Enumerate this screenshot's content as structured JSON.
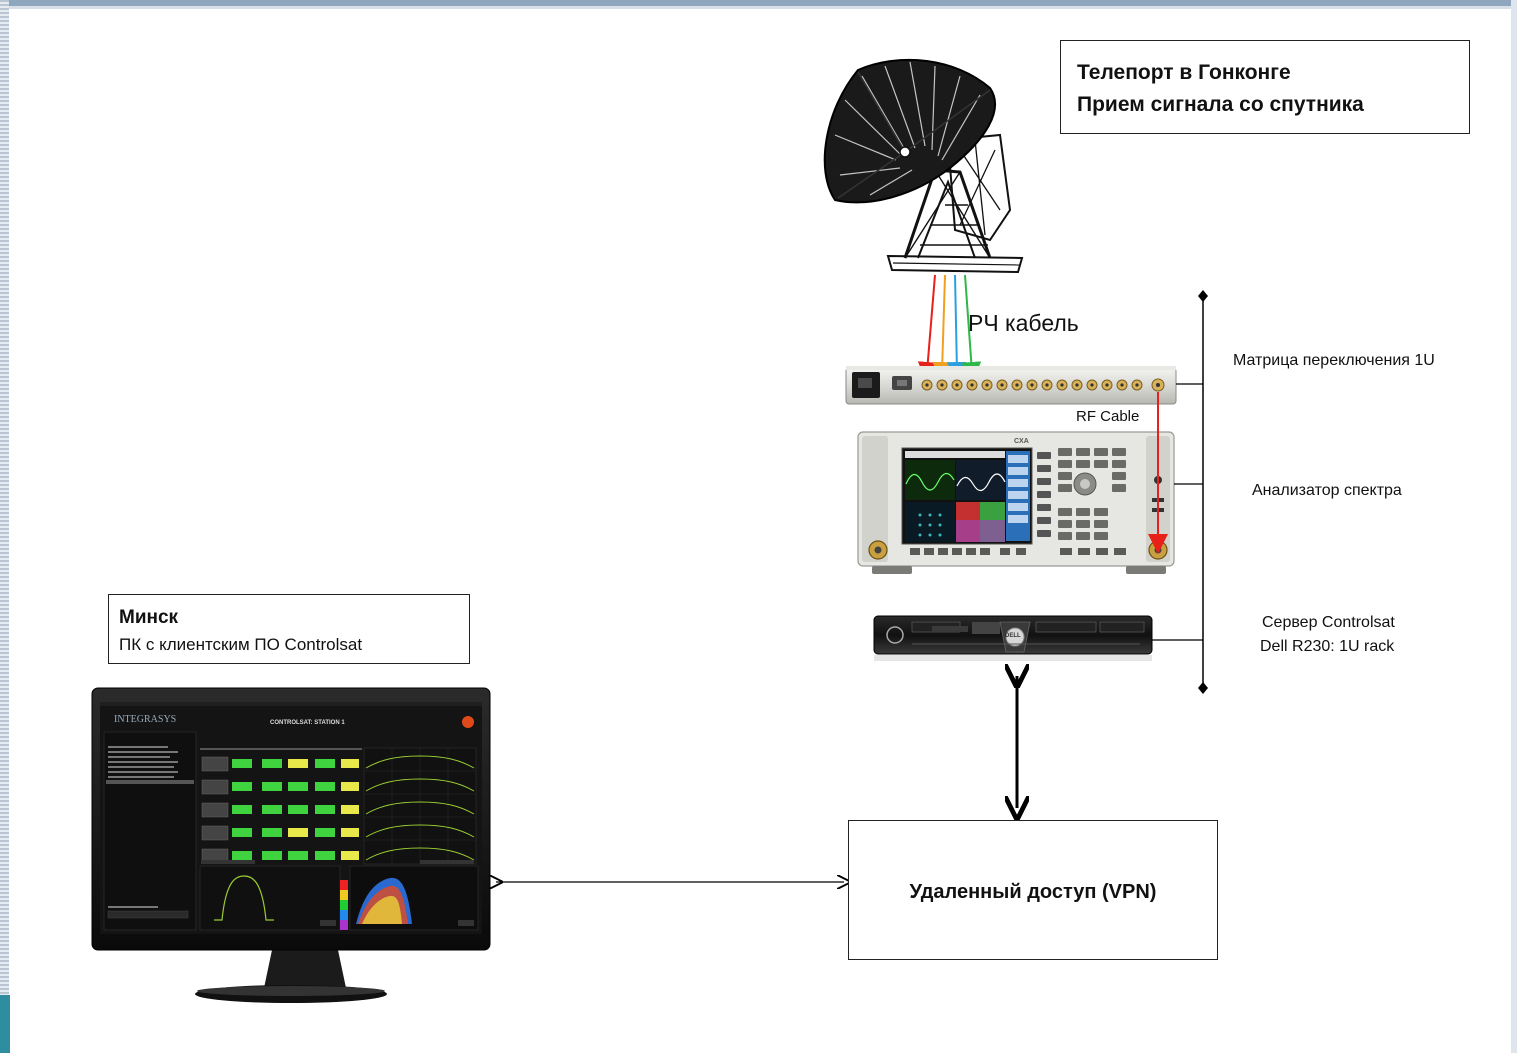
{
  "teleport": {
    "line1": "Телепорт в Гонконге",
    "line2": "Прием сигнала со спутника"
  },
  "minsk": {
    "title": "Минск",
    "subtitle": "ПК с клиентским ПО Controlsat"
  },
  "rf_cable_ru": "РЧ кабель",
  "rf_cable_en": "RF Cable",
  "devices": {
    "matrix": "Матрица переключения 1U",
    "analyzer": "Анализатор спектра",
    "server_line1": "Сервер Controlsat",
    "server_line2": "Dell R230: 1U rack"
  },
  "vpn": "Удаленный доступ (VPN)",
  "screen": {
    "app_title": "CONTROLSAT: STATION 1",
    "brand": "INTEGRASYS"
  },
  "analyzer_badge": "CXA",
  "server_badge": "DELL",
  "colors": {
    "cable_red": "#e8201a",
    "cable_orange": "#f0a020",
    "cable_blue": "#2aa0e0",
    "cable_green": "#2fb84a",
    "cell_green": "#3fd43f",
    "cell_yellow": "#e8e84a"
  }
}
